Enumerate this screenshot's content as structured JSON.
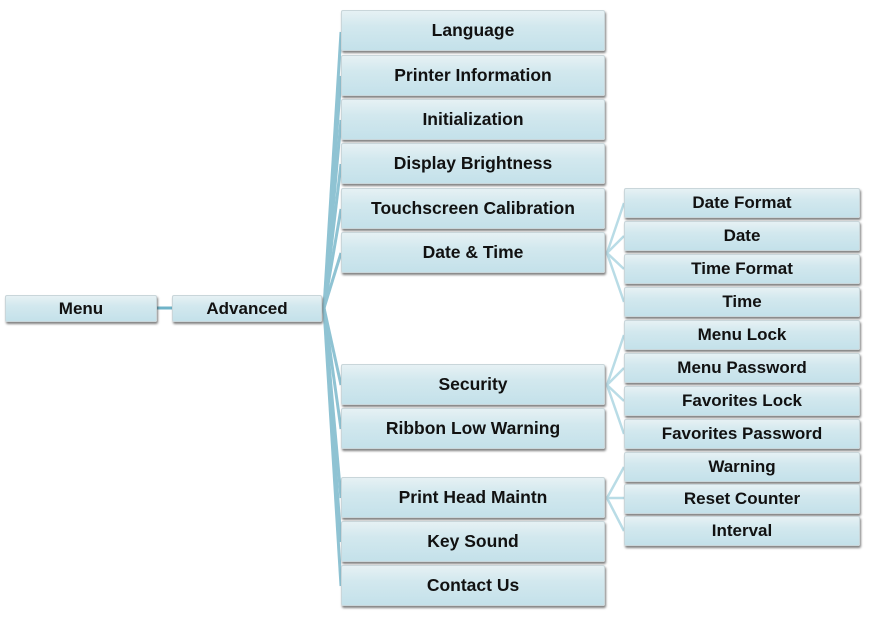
{
  "diagram": {
    "root": {
      "label": "Menu"
    },
    "level1": {
      "label": "Advanced"
    },
    "level2": [
      {
        "label": "Language"
      },
      {
        "label": "Printer Information"
      },
      {
        "label": "Initialization"
      },
      {
        "label": "Display Brightness"
      },
      {
        "label": "Touchscreen Calibration"
      },
      {
        "label": "Date & Time",
        "children": [
          "Date Format",
          "Date",
          "Time Format",
          "Time"
        ]
      },
      {
        "label": "Security",
        "children": [
          "Menu Lock",
          "Menu Password",
          "Favorites Lock",
          "Favorites Password"
        ]
      },
      {
        "label": "Ribbon Low Warning"
      },
      {
        "label": "Print Head Maintn",
        "children": [
          "Warning",
          "Reset Counter",
          "Interval"
        ]
      },
      {
        "label": "Key Sound"
      },
      {
        "label": "Contact Us"
      }
    ],
    "connector_color": "#8fc3d3",
    "connector_light_color": "#b9dce6"
  }
}
